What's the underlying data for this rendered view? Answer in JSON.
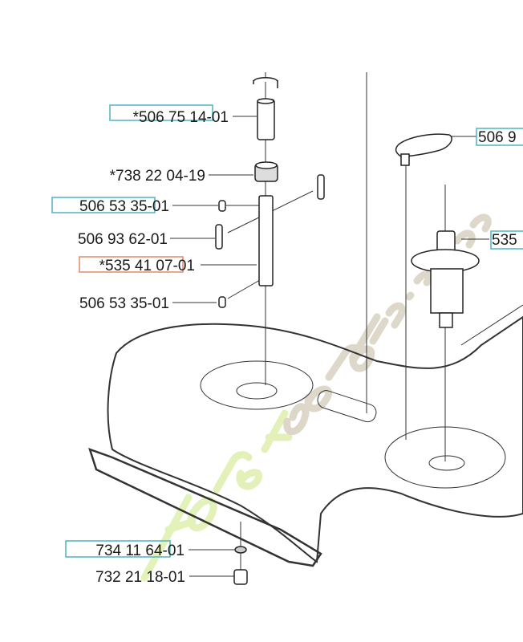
{
  "watermark": "Foretjardin.com",
  "colors": {
    "highlight_cyan": "#4fb3c4",
    "highlight_orange": "#e08a6a",
    "watermark_green": "#d6ec9a",
    "watermark_beige": "#cfc7b4"
  },
  "labels": [
    {
      "part": "*506 75 14-01",
      "highlight": "cyan"
    },
    {
      "part": "*738 22 04-19",
      "highlight": "none"
    },
    {
      "part": "506 53 35-01",
      "highlight": "cyan"
    },
    {
      "part": "506 93 62-01",
      "highlight": "none"
    },
    {
      "part": "*535 41 07-01",
      "highlight": "orange"
    },
    {
      "part": "506 53 35-01",
      "highlight": "none"
    },
    {
      "part": "506 9",
      "highlight": "cyan"
    },
    {
      "part": "535",
      "highlight": "cyan"
    },
    {
      "part": "734 11 64-01",
      "highlight": "cyan"
    },
    {
      "part": "732 21 18-01",
      "highlight": "none"
    }
  ]
}
